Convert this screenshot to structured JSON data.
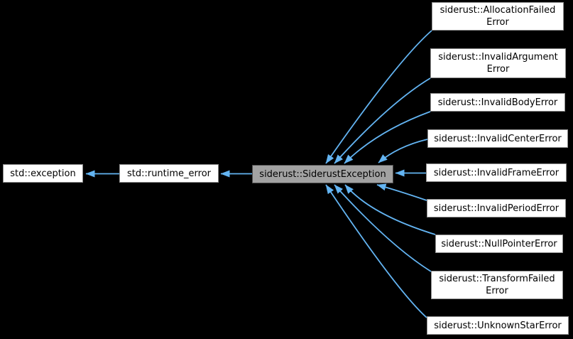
{
  "colors": {
    "background": "#000000",
    "edge": "#63b4f2",
    "nodeFill": "#ffffff",
    "nodeBorder": "#8e8e8e",
    "nodeText": "#000000",
    "focusFill": "#a2a2a2",
    "focusBorder": "#4d4d4d"
  },
  "nodes": {
    "std_exception": {
      "label": "std::exception"
    },
    "std_runtime_error": {
      "label": "std::runtime_error"
    },
    "siderust_exception": {
      "label": "siderust::SiderustException"
    },
    "allocation_failed": {
      "label": "siderust::AllocationFailed\nError"
    },
    "invalid_argument": {
      "label": "siderust::InvalidArgument\nError"
    },
    "invalid_body": {
      "label": "siderust::InvalidBodyError"
    },
    "invalid_center": {
      "label": "siderust::InvalidCenterError"
    },
    "invalid_frame": {
      "label": "siderust::InvalidFrameError"
    },
    "invalid_period": {
      "label": "siderust::InvalidPeriodError"
    },
    "null_pointer": {
      "label": "siderust::NullPointerError"
    },
    "transform_failed": {
      "label": "siderust::TransformFailed\nError"
    },
    "unknown_star": {
      "label": "siderust::UnknownStarError"
    }
  }
}
